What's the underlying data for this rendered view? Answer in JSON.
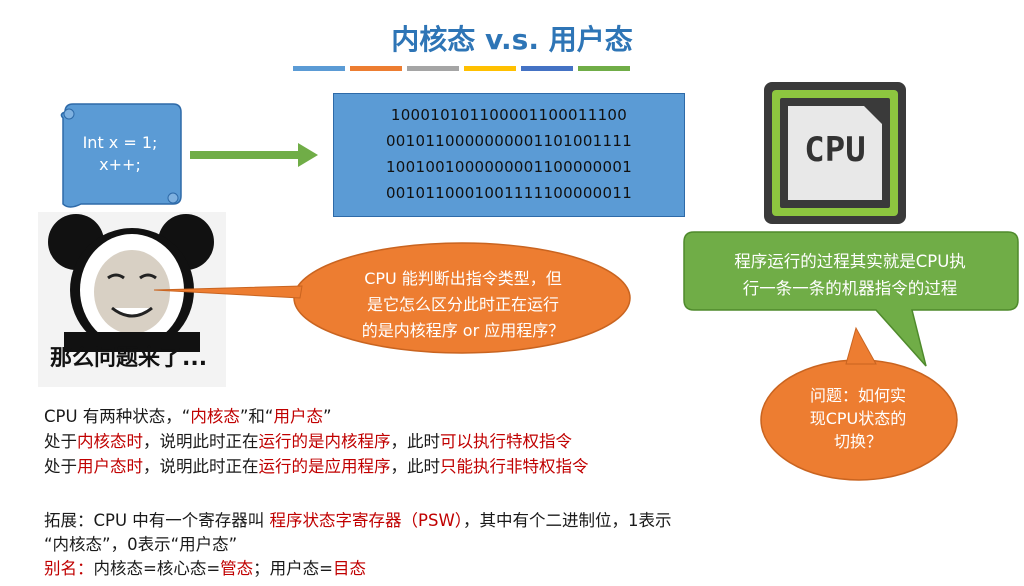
{
  "title": "内核态 v.s. 用户态",
  "stripe_colors": [
    "#5B9BD5",
    "#ED7D31",
    "#A5A5A5",
    "#FFC000",
    "#4472C4",
    "#70AD47"
  ],
  "colors": {
    "title": "#2E75B6",
    "blue": "#5B9BD5",
    "orange": "#ED7D31",
    "green": "#70AD47",
    "red": "#C00000"
  },
  "scroll": {
    "line1": "Int x = 1;",
    "line2": "x++;"
  },
  "binary": {
    "line1": "10001010110000110001110​0",
    "line2": "0010110000000001101001111",
    "line3": "1001001000000001100000001",
    "line4": "0010110001001111100000011"
  },
  "chip_label": "CPU",
  "meme_caption": "那么问题来了...",
  "bubble_orange": {
    "line1": "CPU 能判断出指令类型，但",
    "line2": "是它怎么区分此时正在运行",
    "line3": "的是内核程序 or 应用程序？"
  },
  "bubble_green": {
    "line1": "程序运行的过程其实就是CPU执",
    "line2": "行一条一条的机器指令的过程"
  },
  "bubble_question": {
    "line1": "问题：如何实",
    "line2": "现CPU状态的",
    "line3": "切换？"
  },
  "para1": {
    "a": "CPU 有两种状态，“",
    "b": "内核态",
    "c": "”和“",
    "d": "用户态",
    "e": "”"
  },
  "para2": {
    "a": "处于",
    "b": "内核态时",
    "c": "，说明此时正在",
    "d": "运行的是内核程序",
    "e": "，此时",
    "f": "可以执行特权指令"
  },
  "para3": {
    "a": "处于",
    "b": "用户态时",
    "c": "，说明此时正在",
    "d": "运行的是应用程序",
    "e": "，此时",
    "f": "只能执行非特权指令"
  },
  "para4": {
    "a": "拓展：CPU 中有一个寄存器叫 ",
    "b": "程序状态字寄存器（PSW）",
    "c": "，其中有个二进制位，1表示"
  },
  "para5": {
    "a": "“内核态”，0表示“用户态”"
  },
  "para6": {
    "a": "别名：",
    "b": "内核态=核心态=",
    "c": "管态",
    "d": "；用户态=",
    "e": "目态"
  }
}
